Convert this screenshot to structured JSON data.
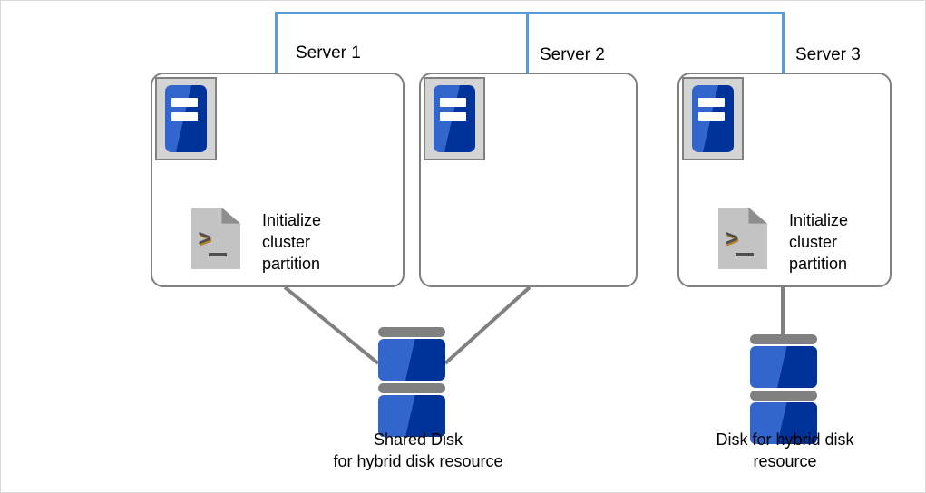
{
  "diagram": {
    "title": "Hybrid disk resource cluster layout",
    "colors": {
      "network_line": "#5b9bd5",
      "box_border": "#808080",
      "connector": "#808080",
      "icon_blue_light": "#3366cc",
      "icon_blue_dark": "#003399",
      "icon_gray": "#c3c3c3",
      "frame": "#d9d9d9"
    },
    "servers": [
      {
        "id": "server-1",
        "label": "Server 1",
        "server_icon": "server-icon",
        "has_script": true,
        "script_icon": "script-file-icon",
        "script_text": "Initialize\ncluster\npartition"
      },
      {
        "id": "server-2",
        "label": "Server 2",
        "server_icon": "server-icon",
        "has_script": false,
        "script_icon": "",
        "script_text": ""
      },
      {
        "id": "server-3",
        "label": "Server 3",
        "server_icon": "server-icon",
        "has_script": true,
        "script_icon": "script-file-icon",
        "script_text": "Initialize\ncluster\npartition"
      }
    ],
    "disks": [
      {
        "id": "shared-disk",
        "icon": "disk-icon",
        "caption": "Shared Disk\nfor hybrid disk resource",
        "connected_to": [
          "server-1",
          "server-2"
        ]
      },
      {
        "id": "server3-disk",
        "icon": "disk-icon",
        "caption": "Disk for hybrid disk\nresource",
        "connected_to": [
          "server-3"
        ]
      }
    ]
  }
}
